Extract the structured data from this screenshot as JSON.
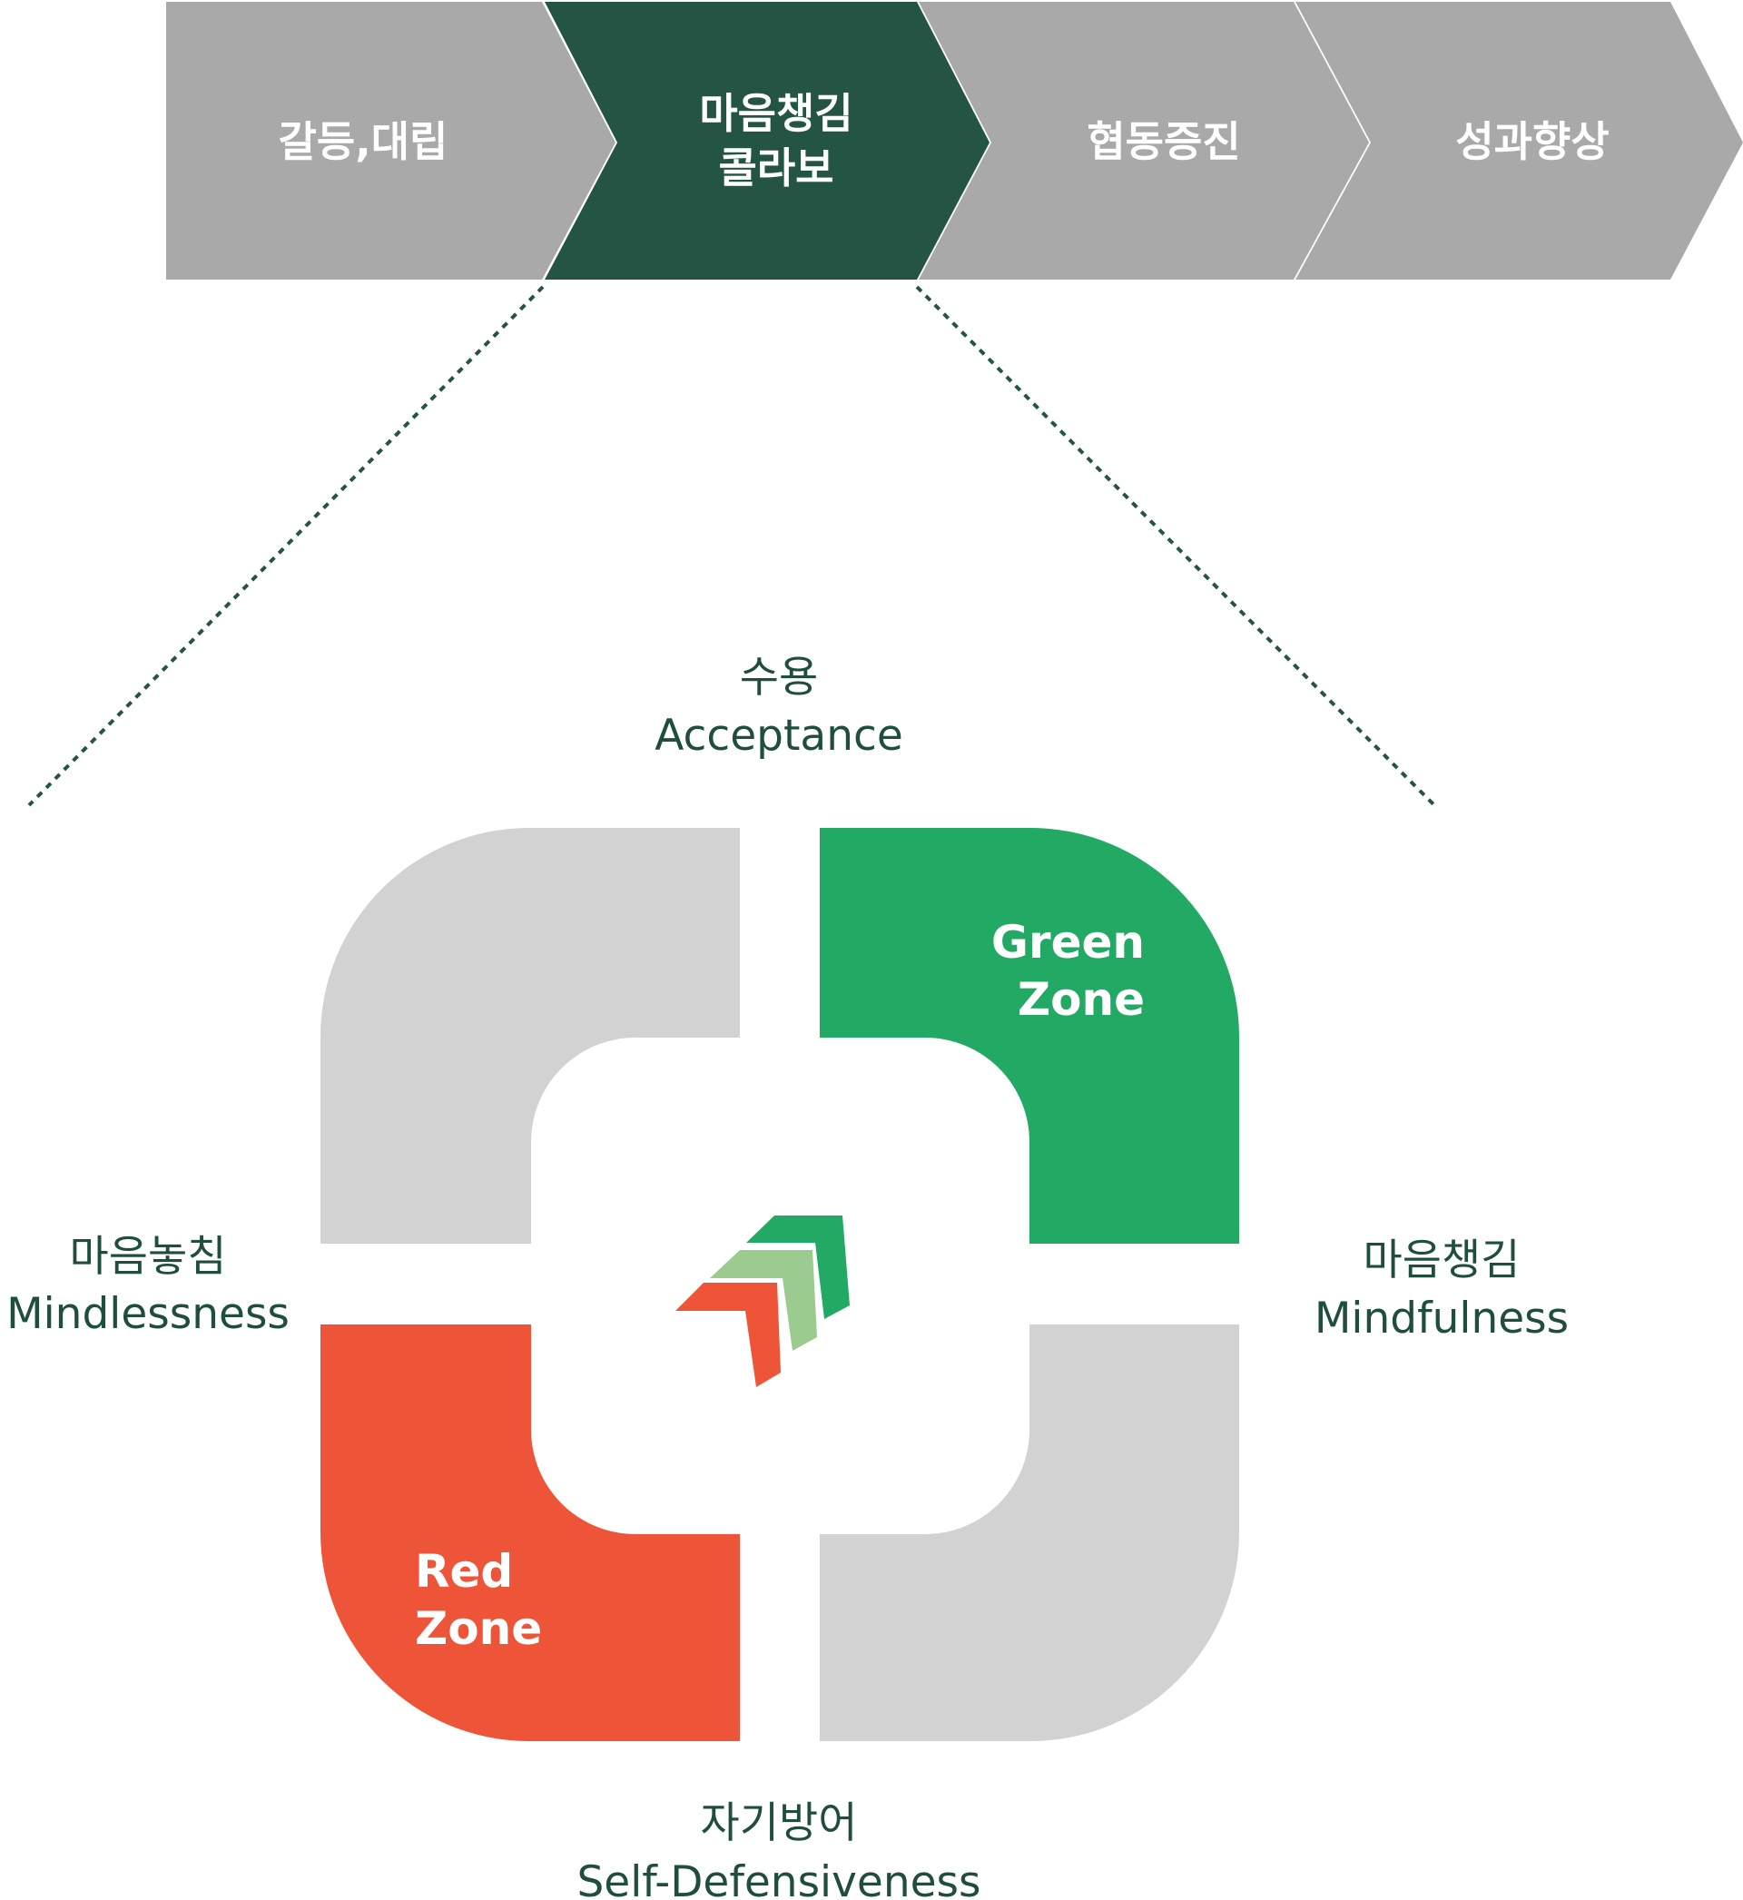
{
  "colors": {
    "stage_gray": "#a9a9a9",
    "stage_active": "#245443",
    "connector": "#245443",
    "label_text": "#1f4e3d",
    "quadrant_gray": "#d2d2d2",
    "green_zone": "#22aa65",
    "red_zone": "#ee5437",
    "chevron_dark_green": "#22aa65",
    "chevron_light_green": "#9ccb8f",
    "chevron_red": "#ee5437"
  },
  "stages": [
    {
      "lines": [
        "갈등,대립"
      ],
      "active": false
    },
    {
      "lines": [
        "마음챙김",
        "콜라보"
      ],
      "active": true
    },
    {
      "lines": [
        "협동증진"
      ],
      "active": false
    },
    {
      "lines": [
        "성과향상"
      ],
      "active": false
    }
  ],
  "axes": {
    "top": {
      "korean": "수용",
      "english": "Acceptance"
    },
    "left": {
      "korean": "마음놓침",
      "english": "Mindlessness"
    },
    "right": {
      "korean": "마음챙김",
      "english": "Mindfulness"
    },
    "bottom": {
      "korean": "자기방어",
      "english": "Self-Defensiveness"
    }
  },
  "zones": {
    "green": {
      "lines": [
        "Green",
        "Zone"
      ]
    },
    "red": {
      "lines": [
        "Red",
        "Zone"
      ]
    }
  },
  "center_icon": "chevron-stack-icon"
}
